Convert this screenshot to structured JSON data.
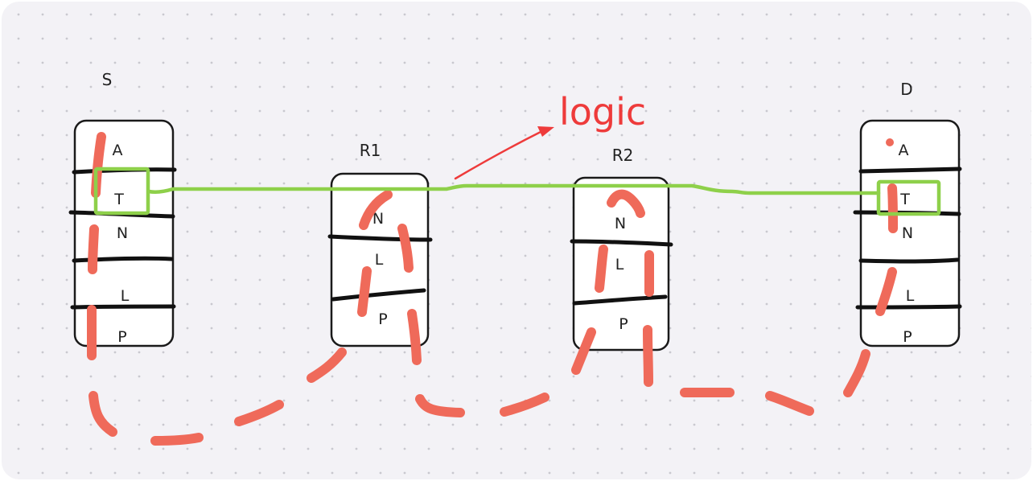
{
  "nodes": [
    {
      "id": "S",
      "title": "S",
      "layers": [
        "A",
        "T",
        "N",
        "L",
        "P"
      ]
    },
    {
      "id": "R1",
      "title": "R1",
      "layers": [
        "N",
        "L",
        "P"
      ]
    },
    {
      "id": "R2",
      "title": "R2",
      "layers": [
        "N",
        "L",
        "P"
      ]
    },
    {
      "id": "D",
      "title": "D",
      "layers": [
        "A",
        "T",
        "N",
        "L",
        "P"
      ]
    }
  ],
  "annotation": {
    "text": "logic"
  },
  "colors": {
    "canvas": "#f3f2f6",
    "dots": "#c9c8cf",
    "box_stroke": "#1a1a1a",
    "path_red": "#ef6a5a",
    "logic_green": "#8ed04a",
    "annotation_red": "#ee3b3b",
    "text": "#222222"
  }
}
